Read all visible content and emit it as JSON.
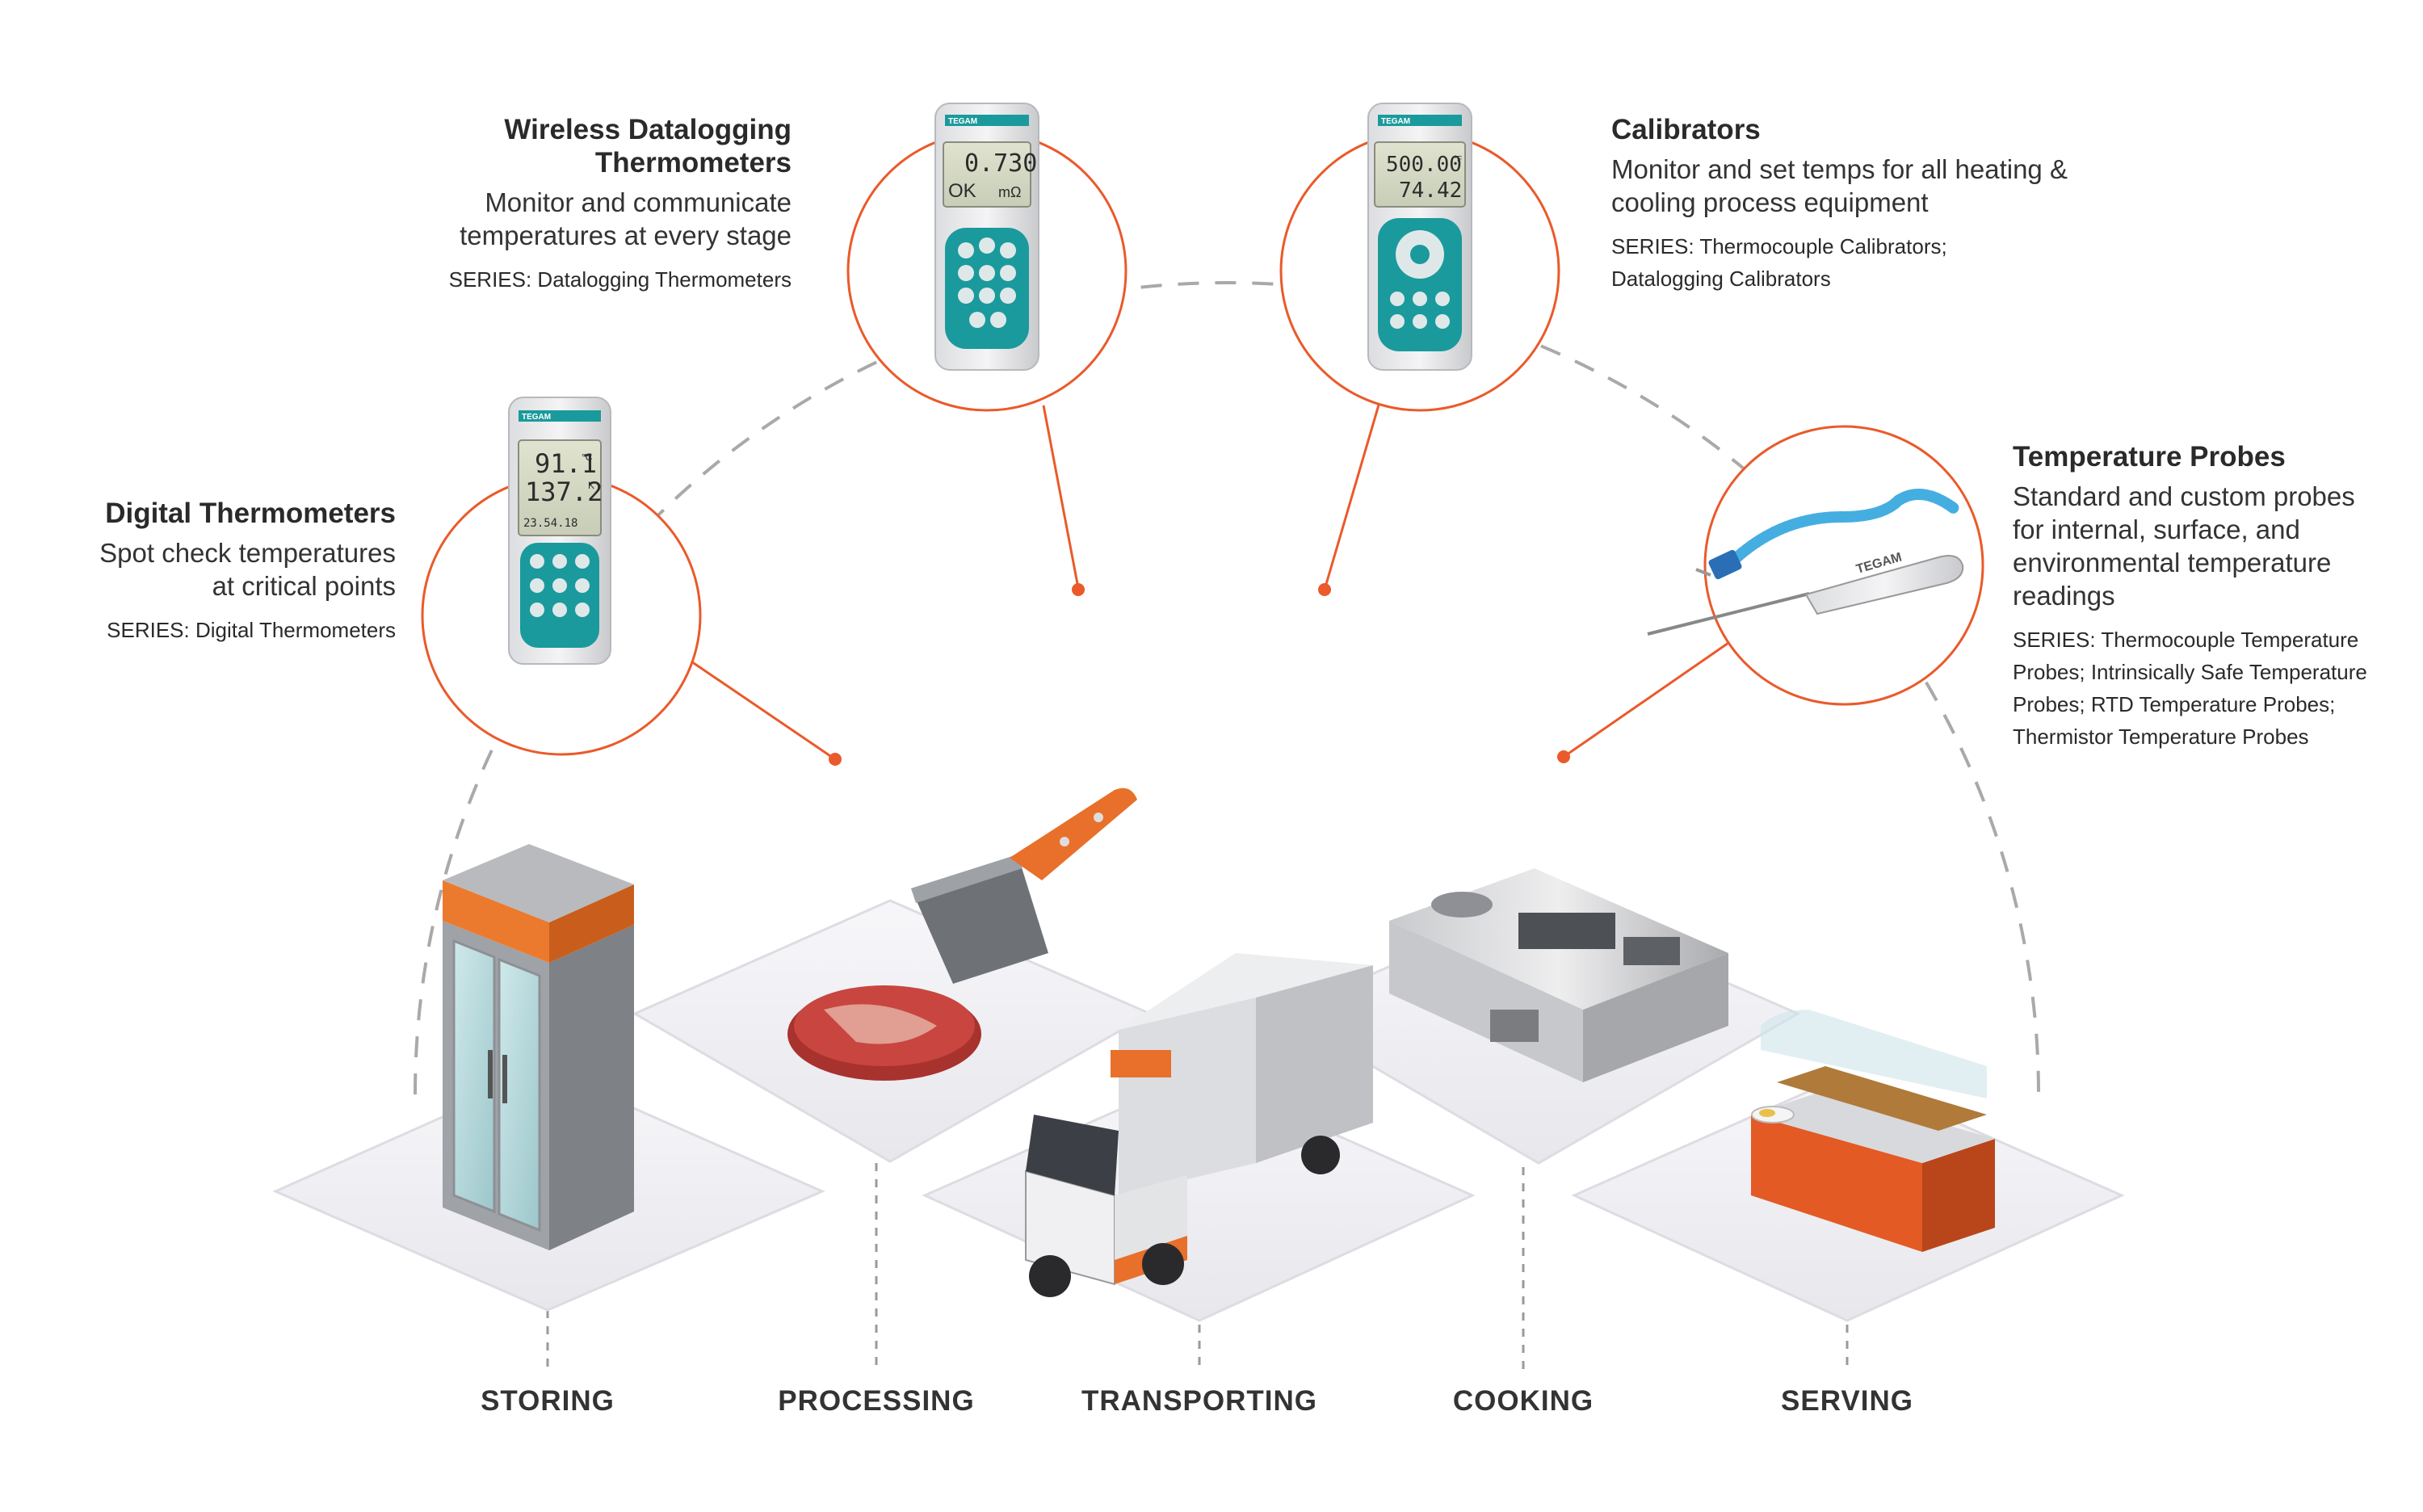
{
  "products": [
    {
      "id": "digital",
      "title": "Digital Thermometers",
      "desc": [
        "Spot check temperatures",
        "at critical points"
      ],
      "series": [
        "SERIES: Digital Thermometers"
      ]
    },
    {
      "id": "wireless",
      "title_lines": [
        "Wireless Datalogging",
        "Thermometers"
      ],
      "desc": [
        "Monitor and communicate",
        "temperatures at every stage"
      ],
      "series": [
        "SERIES: Datalogging Thermometers"
      ]
    },
    {
      "id": "calibrators",
      "title": "Calibrators",
      "desc": [
        "Monitor and set temps for all heating &",
        "cooling process equipment"
      ],
      "series": [
        "SERIES: Thermocouple Calibrators;",
        "Datalogging Calibrators"
      ]
    },
    {
      "id": "probes",
      "title": "Temperature Probes",
      "desc": [
        "Standard and custom probes",
        "for internal, surface, and",
        "environmental temperature",
        "readings"
      ],
      "series": [
        "SERIES: Thermocouple Temperature",
        "Probes; Intrinsically Safe Temperature",
        "Probes; RTD Temperature Probes;",
        "Thermistor Temperature Probes"
      ]
    }
  ],
  "devices": {
    "digital": {
      "brand": "TEGAM",
      "line1": "91.1",
      "unit1": "°C",
      "line2": "137.2",
      "unit2": "K",
      "line3": "23.54.18"
    },
    "wireless": {
      "brand": "TEGAM",
      "line1": "0.730",
      "line2a": "OK",
      "line2b": "mΩ"
    },
    "calibrators": {
      "brand": "TEGAM",
      "line1": "500.00",
      "unit1": "°F",
      "line2": "74.42"
    },
    "probe": {
      "brand": "TEGAM"
    }
  },
  "stages": [
    "STORING",
    "PROCESSING",
    "TRANSPORTING",
    "COOKING",
    "SERVING"
  ],
  "colors": {
    "accent": "#ea5a2a",
    "dashed": "#a9a9a9",
    "teal": "#1a9a9c",
    "platform": "#eeeef2"
  }
}
